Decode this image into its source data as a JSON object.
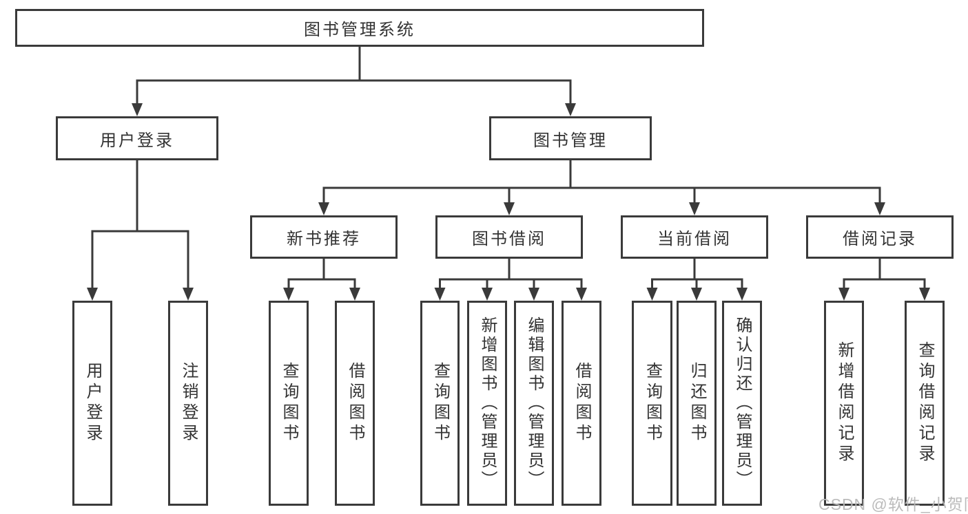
{
  "diagram": {
    "title": "图书管理系统",
    "nodes": [
      {
        "id": "root",
        "label": "图书管理系统",
        "orientation": "horizontal"
      },
      {
        "id": "user-login-grp",
        "label": "用户登录",
        "orientation": "horizontal"
      },
      {
        "id": "book-mgmt",
        "label": "图书管理",
        "orientation": "horizontal"
      },
      {
        "id": "new-book-rec",
        "label": "新书推荐",
        "orientation": "horizontal"
      },
      {
        "id": "book-borrow",
        "label": "图书借阅",
        "orientation": "horizontal"
      },
      {
        "id": "current-borrow",
        "label": "当前借阅",
        "orientation": "horizontal"
      },
      {
        "id": "borrow-records",
        "label": "借阅记录",
        "orientation": "horizontal"
      },
      {
        "id": "user-login",
        "label": "用户登录",
        "orientation": "vertical"
      },
      {
        "id": "logout",
        "label": "注销登录",
        "orientation": "vertical"
      },
      {
        "id": "nb-query",
        "label": "查询图书",
        "orientation": "vertical"
      },
      {
        "id": "nb-borrow",
        "label": "借阅图书",
        "orientation": "vertical"
      },
      {
        "id": "bb-query",
        "label": "查询图书",
        "orientation": "vertical"
      },
      {
        "id": "bb-add",
        "label": "新增图书（管理员）",
        "orientation": "vertical"
      },
      {
        "id": "bb-edit",
        "label": "编辑图书（管理员）",
        "orientation": "vertical"
      },
      {
        "id": "bb-borrow",
        "label": "借阅图书",
        "orientation": "vertical"
      },
      {
        "id": "cb-query",
        "label": "查询图书",
        "orientation": "vertical"
      },
      {
        "id": "cb-return",
        "label": "归还图书",
        "orientation": "vertical"
      },
      {
        "id": "cb-confirm",
        "label": "确认归还（管理员）",
        "orientation": "vertical"
      },
      {
        "id": "br-add",
        "label": "新增借阅记录",
        "orientation": "vertical"
      },
      {
        "id": "br-query",
        "label": "查询借阅记录",
        "orientation": "vertical"
      }
    ],
    "edges": [
      {
        "parent": "root",
        "children": [
          "user-login-grp",
          "book-mgmt"
        ]
      },
      {
        "parent": "book-mgmt",
        "children": [
          "new-book-rec",
          "book-borrow",
          "current-borrow",
          "borrow-records"
        ]
      },
      {
        "parent": "user-login-grp",
        "children": [
          "user-login",
          "logout"
        ]
      },
      {
        "parent": "new-book-rec",
        "children": [
          "nb-query",
          "nb-borrow"
        ]
      },
      {
        "parent": "book-borrow",
        "children": [
          "bb-query",
          "bb-add",
          "bb-edit",
          "bb-borrow"
        ]
      },
      {
        "parent": "current-borrow",
        "children": [
          "cb-query",
          "cb-return",
          "cb-confirm"
        ]
      },
      {
        "parent": "borrow-records",
        "children": [
          "br-add",
          "br-query"
        ]
      }
    ],
    "colors": {
      "line": "#3a3a3a",
      "border": "#3a3a3a",
      "text": "#333333",
      "box_bg": "#ffffff"
    }
  },
  "watermark": {
    "text": "CSDN @软件_小贺同学",
    "color": "#b8b8b8"
  }
}
